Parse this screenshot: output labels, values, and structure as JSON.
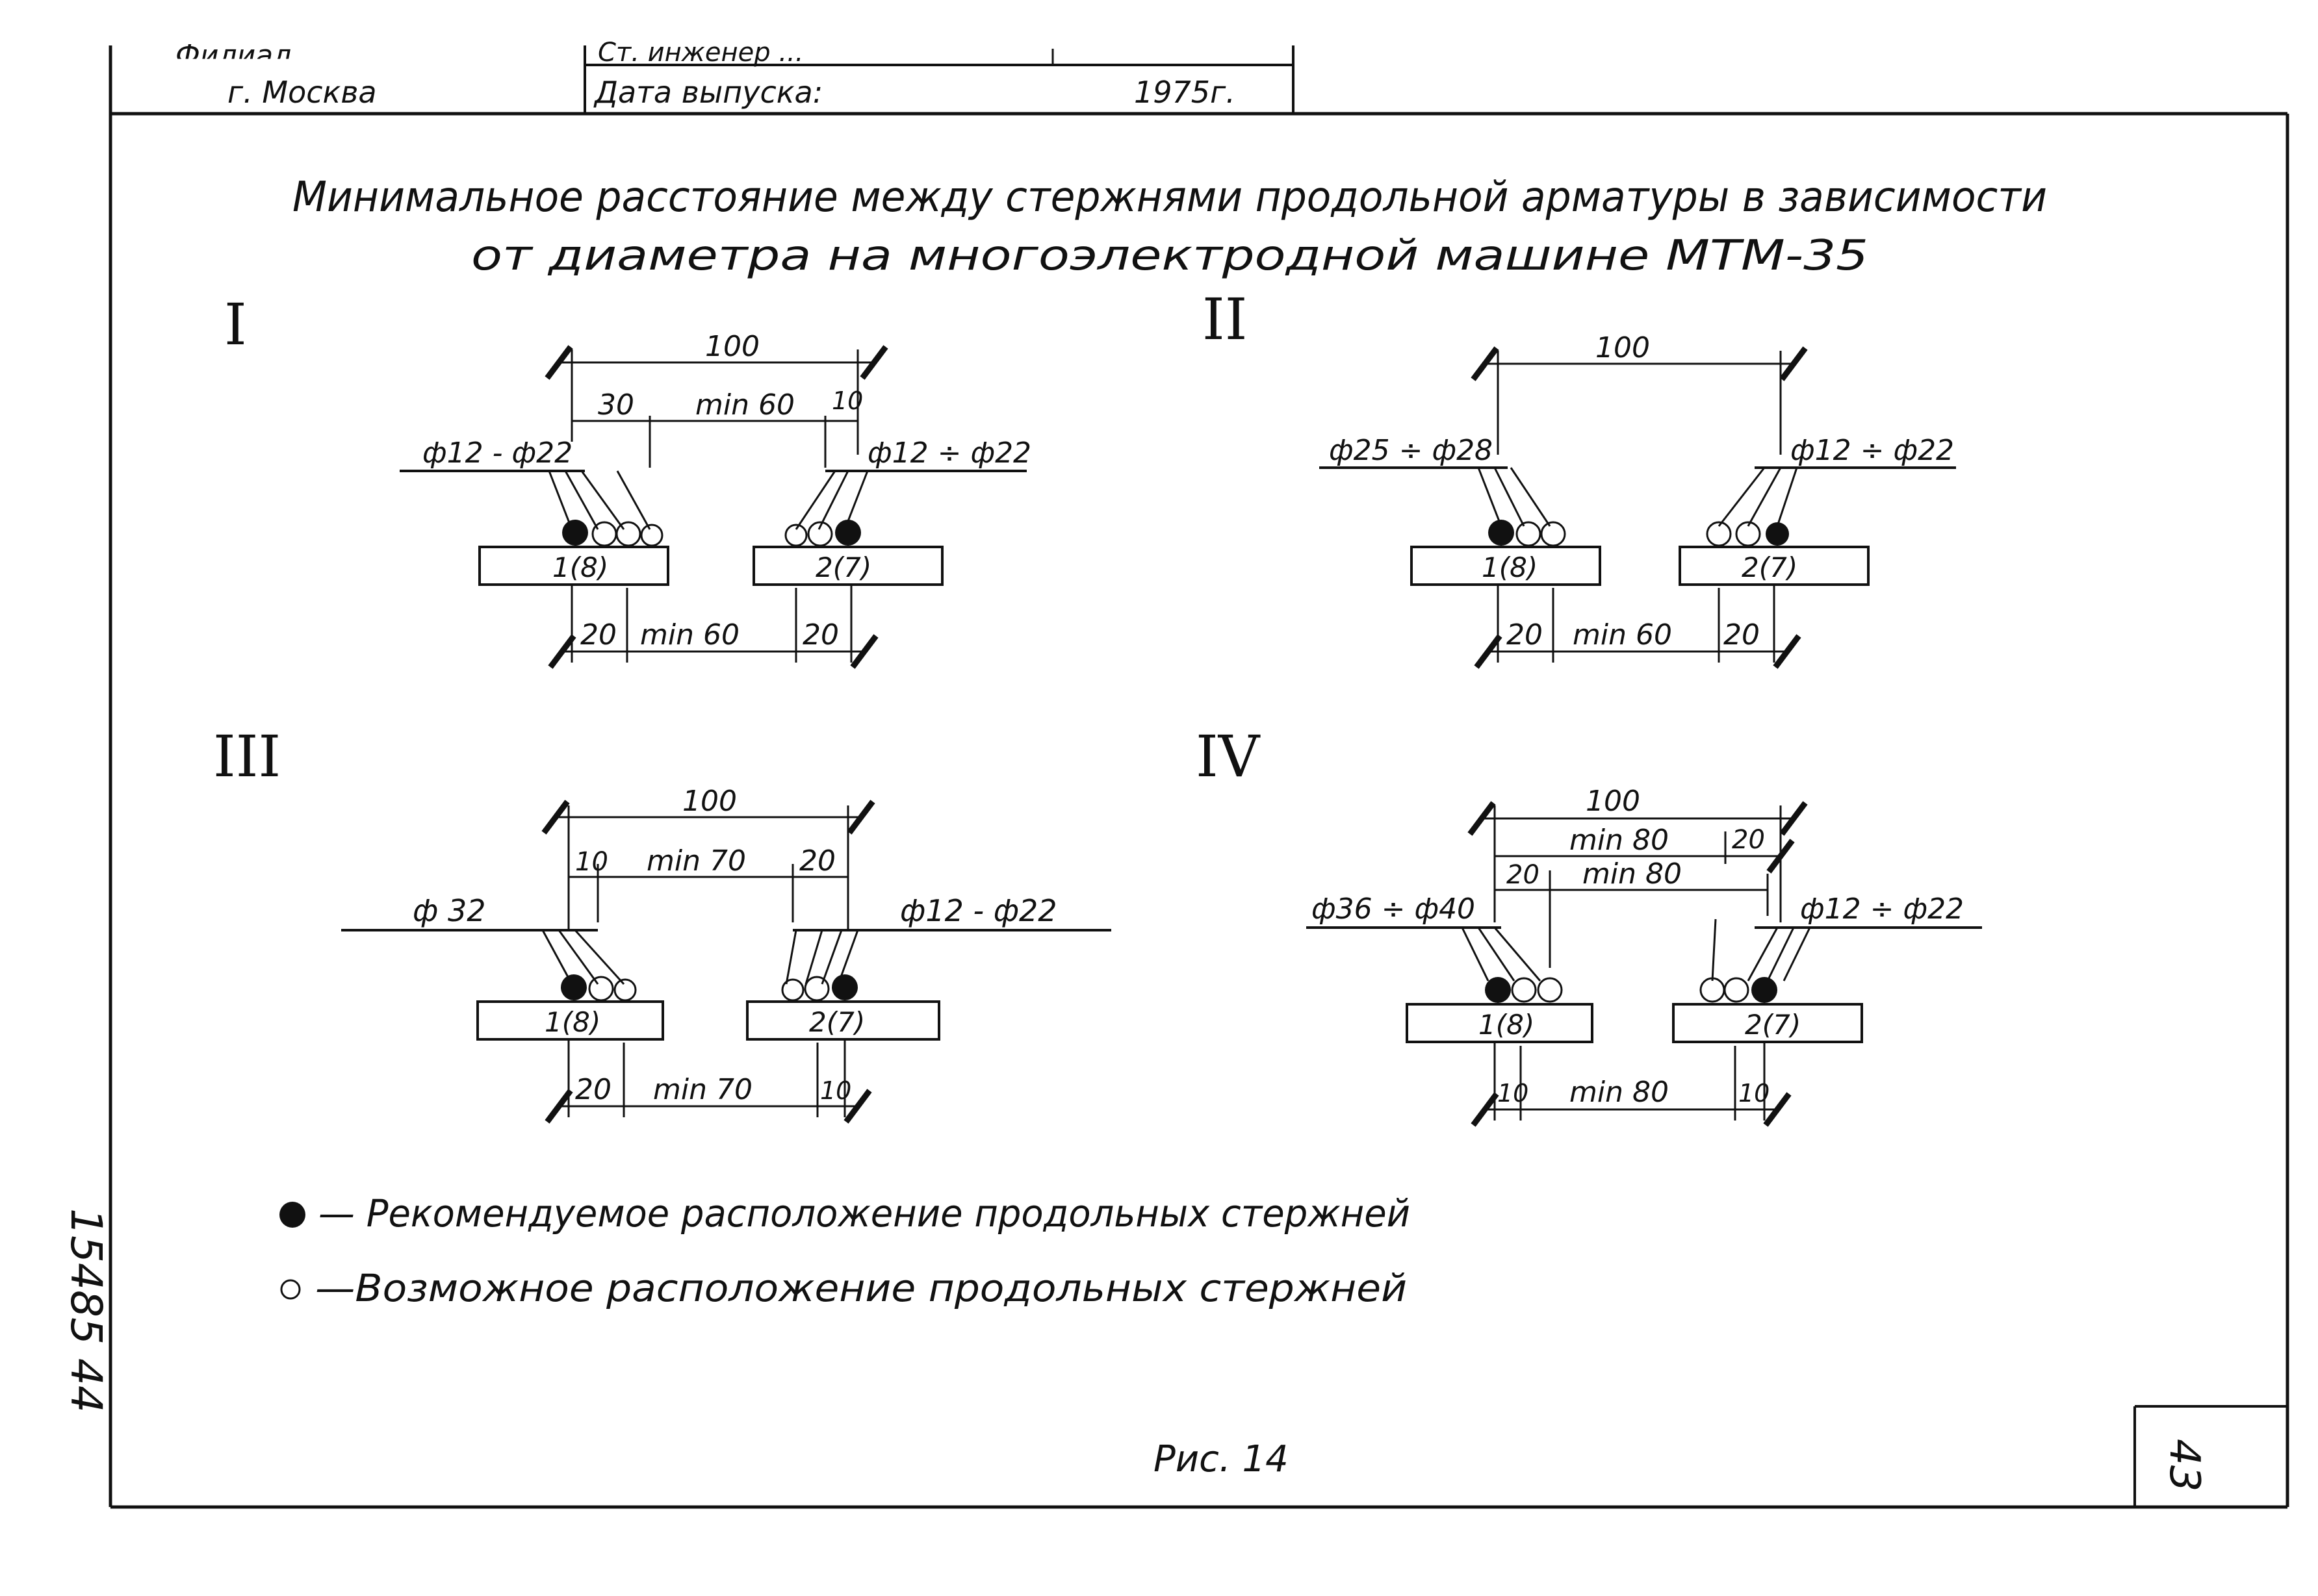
{
  "title_block": {
    "org_line_cut": "Филиал ...",
    "city": "г. Москва",
    "engineer_line_cut": "Ст. инженер ...",
    "release_date_label": "Дата выпуска:",
    "release_year": "1975г."
  },
  "title": {
    "line1": "Минимальное расстояние между стержнями продольной арматуры в зависимости",
    "line2": "от диаметра на многоэлектродной машине МТМ-35"
  },
  "diagrams": [
    {
      "roman": "I",
      "top_total": "100",
      "top_parts": [
        "30",
        "min 60",
        "10"
      ],
      "left_dia": "ф12 - ф22",
      "right_dia": "ф12 ÷ ф22",
      "left_electrode": "1(8)",
      "right_electrode": "2(7)",
      "bottom_parts": [
        "20",
        "min 60",
        "20"
      ]
    },
    {
      "roman": "II",
      "top_total": "100",
      "left_dia": "ф25 ÷ ф28",
      "right_dia": "ф12 ÷ ф22",
      "left_electrode": "1(8)",
      "right_electrode": "2(7)",
      "bottom_parts": [
        "20",
        "min 60",
        "20"
      ]
    },
    {
      "roman": "III",
      "top_total": "100",
      "top_parts": [
        "10",
        "min 70",
        "20"
      ],
      "left_dia": "ф 32",
      "right_dia": "ф12 - ф22",
      "left_electrode": "1(8)",
      "right_electrode": "2(7)",
      "bottom_parts": [
        "20",
        "min 70",
        "10"
      ]
    },
    {
      "roman": "IV",
      "top_total": "100",
      "top_row2": [
        "min 80",
        "20"
      ],
      "top_row3": [
        "20",
        "min 80"
      ],
      "left_dia": "ф36 ÷ ф40",
      "right_dia": "ф12 ÷ ф22",
      "left_electrode": "1(8)",
      "right_electrode": "2(7)",
      "bottom_parts": [
        "10",
        "min 80",
        "10"
      ]
    }
  ],
  "legend": {
    "recommended": "— Рекомендуемое расположение продольных стержней",
    "possible": "—Возможное расположение продольных стержней"
  },
  "caption": "Рис. 14",
  "page_number": "43",
  "side_number": "15485 44"
}
